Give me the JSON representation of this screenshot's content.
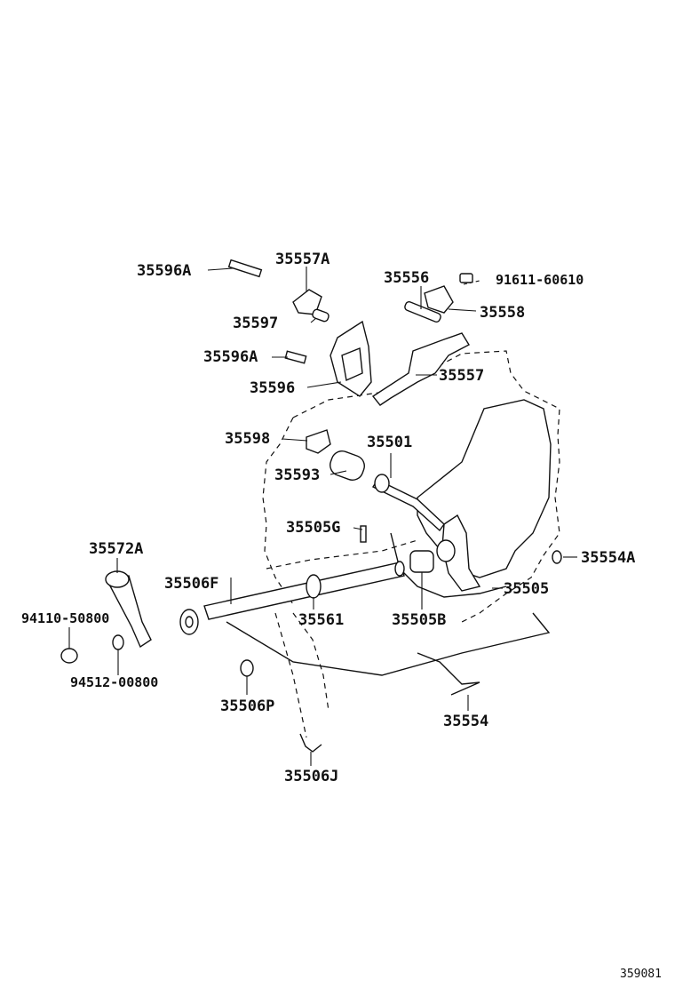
{
  "callouts": [
    {
      "id": "35596A-top",
      "text": "35596A"
    },
    {
      "id": "35557A",
      "text": "35557A"
    },
    {
      "id": "35556",
      "text": "35556"
    },
    {
      "id": "91611-60610",
      "text": "91611-60610"
    },
    {
      "id": "35597",
      "text": "35597"
    },
    {
      "id": "35558",
      "text": "35558"
    },
    {
      "id": "35596A-mid",
      "text": "35596A"
    },
    {
      "id": "35557",
      "text": "35557"
    },
    {
      "id": "35596",
      "text": "35596"
    },
    {
      "id": "35598",
      "text": "35598"
    },
    {
      "id": "35501",
      "text": "35501"
    },
    {
      "id": "35593",
      "text": "35593"
    },
    {
      "id": "35505G",
      "text": "35505G"
    },
    {
      "id": "35572A",
      "text": "35572A"
    },
    {
      "id": "35554A",
      "text": "35554A"
    },
    {
      "id": "35506F",
      "text": "35506F"
    },
    {
      "id": "35505",
      "text": "35505"
    },
    {
      "id": "94110-50800",
      "text": "94110-50800"
    },
    {
      "id": "35561",
      "text": "35561"
    },
    {
      "id": "35505B",
      "text": "35505B"
    },
    {
      "id": "94512-00800",
      "text": "94512-00800"
    },
    {
      "id": "35506P",
      "text": "35506P"
    },
    {
      "id": "35554",
      "text": "35554"
    },
    {
      "id": "35506J",
      "text": "35506J"
    }
  ],
  "figure_number": "359081"
}
